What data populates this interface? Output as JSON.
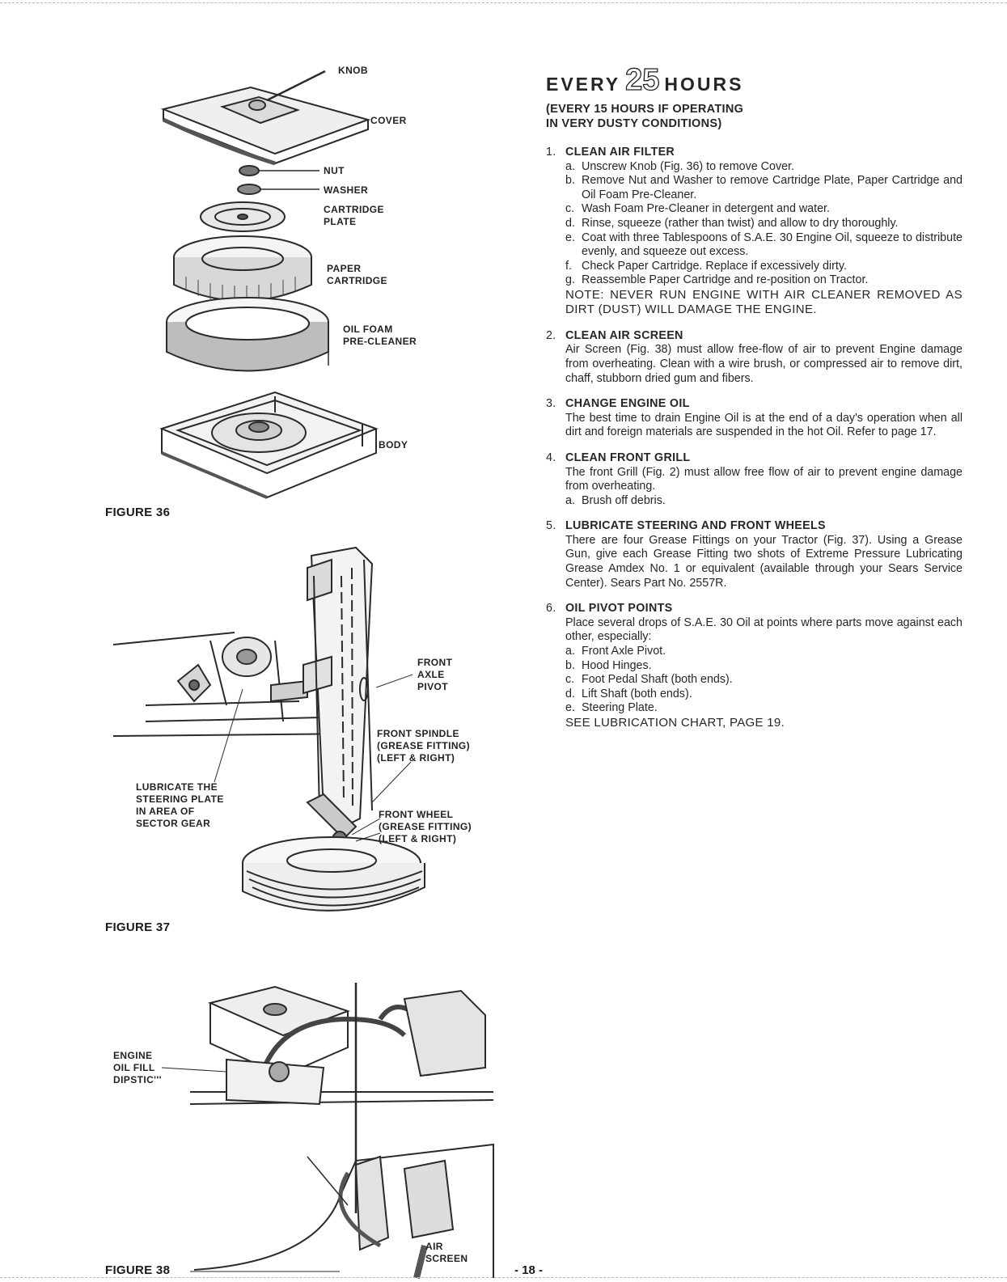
{
  "header": {
    "every": "EVERY",
    "number": "25",
    "hours": "HOURS",
    "subtitle_line1": "(EVERY 15 HOURS IF OPERATING",
    "subtitle_line2": "IN VERY DUSTY CONDITIONS)"
  },
  "sections": [
    {
      "number": "1.",
      "title": "CLEAN AIR FILTER",
      "items": [
        {
          "letter": "a.",
          "text": "Unscrew Knob (Fig. 36) to remove Cover."
        },
        {
          "letter": "b.",
          "text": "Remove Nut and Washer to remove Cartridge Plate, Paper Cartridge and Oil Foam Pre-Cleaner."
        },
        {
          "letter": "c.",
          "text": "Wash Foam Pre-Cleaner in detergent and water."
        },
        {
          "letter": "d.",
          "text": "Rinse, squeeze (rather than twist) and allow to dry thoroughly."
        },
        {
          "letter": "e.",
          "text": "Coat with three Tablespoons of S.A.E. 30 Engine Oil, squeeze to distribute evenly, and squeeze out excess."
        },
        {
          "letter": "f.",
          "text": "Check Paper Cartridge. Replace if excessively dirty."
        },
        {
          "letter": "g.",
          "text": "Reassemble Paper Cartridge and re-position on Tractor."
        }
      ],
      "note": "NOTE: NEVER RUN ENGINE WITH AIR CLEANER REMOVED AS DIRT (DUST) WILL DAMAGE THE ENGINE."
    },
    {
      "number": "2.",
      "title": "CLEAN AIR SCREEN",
      "body": "Air Screen (Fig. 38) must allow free-flow of air to prevent Engine damage from overheating. Clean with a wire brush, or compressed air to remove dirt, chaff, stubborn dried gum and fibers."
    },
    {
      "number": "3.",
      "title": "CHANGE ENGINE OIL",
      "body": "The best time to drain Engine Oil is at the end of a day's operation when all dirt and foreign materials are suspended in the hot Oil. Refer to page 17."
    },
    {
      "number": "4.",
      "title": "CLEAN FRONT GRILL",
      "body": "The front Grill (Fig. 2) must allow free flow of air to prevent engine damage from overheating.",
      "items": [
        {
          "letter": "a.",
          "text": "Brush off debris."
        }
      ]
    },
    {
      "number": "5.",
      "title": "LUBRICATE STEERING AND FRONT WHEELS",
      "body": "There are four Grease Fittings on your Tractor (Fig. 37). Using a Grease Gun, give each Grease Fitting two shots of Extreme Pressure Lubricating Grease Amdex No. 1 or equivalent (available through your Sears Service Center). Sears Part No. 2557R."
    },
    {
      "number": "6.",
      "title": "OIL PIVOT POINTS",
      "body": "Place several drops of S.A.E. 30 Oil at points where parts move against each other, especially:",
      "items": [
        {
          "letter": "a.",
          "text": "Front Axle Pivot."
        },
        {
          "letter": "b.",
          "text": "Hood Hinges."
        },
        {
          "letter": "c.",
          "text": "Foot Pedal Shaft (both ends)."
        },
        {
          "letter": "d.",
          "text": "Lift Shaft (both ends)."
        },
        {
          "letter": "e.",
          "text": "Steering Plate."
        }
      ],
      "see": "SEE LUBRICATION CHART, PAGE 19."
    }
  ],
  "figure36": {
    "label": "FIGURE 36",
    "parts": {
      "knob": "KNOB",
      "cover": "COVER",
      "nut": "NUT",
      "washer": "WASHER",
      "cartridge_plate": "CARTRIDGE\nPLATE",
      "paper_cartridge": "PAPER\nCARTRIDGE",
      "oil_foam": "OIL FOAM\nPRE-CLEANER",
      "body": "BODY"
    }
  },
  "figure37": {
    "label": "FIGURE 37",
    "parts": {
      "front_axle_pivot": "FRONT\nAXLE\nPIVOT",
      "front_spindle": "FRONT SPINDLE\n(GREASE FITTING)\n(LEFT & RIGHT)",
      "lubricate_steering": "LUBRICATE THE\nSTEERING PLATE\nIN AREA OF\nSECTOR GEAR",
      "front_wheel": "FRONT WHEEL\n(GREASE FITTING)\n(LEFT & RIGHT)"
    }
  },
  "figure38": {
    "label": "FIGURE 38",
    "parts": {
      "engine_oil_fill": "ENGINE\nOIL FILL\nDIPSTIC'''",
      "air_screen": "AIR\nSCREEN"
    }
  },
  "page_number": "- 18 -"
}
